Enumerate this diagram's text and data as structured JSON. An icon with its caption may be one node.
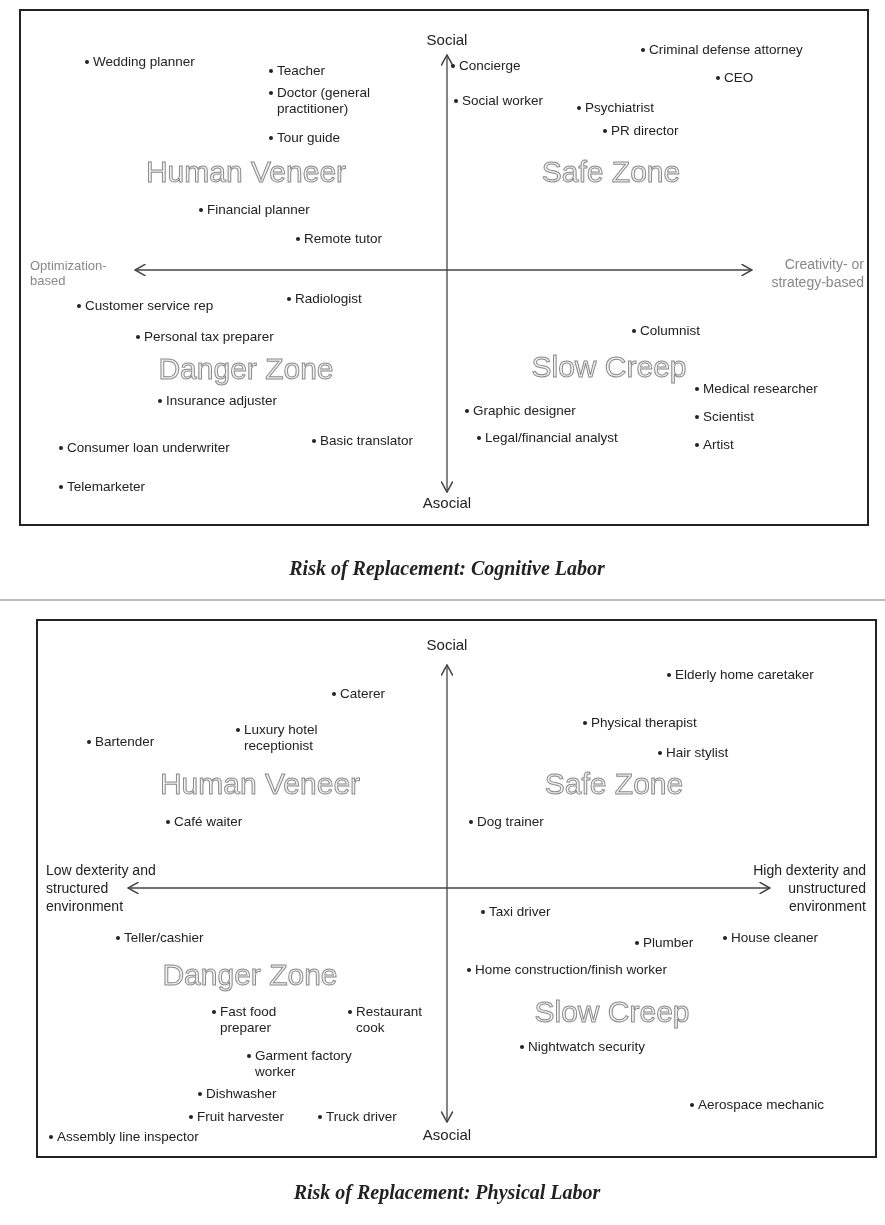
{
  "diagram": {
    "labels": [
      "Social",
      "Wedding planner",
      "Teacher",
      "Doctor (general practitioner)",
      "Tour guide",
      "Concierge",
      "Social worker",
      "Criminal defense attorney",
      "CEO",
      "Psychiatrist",
      "PR director",
      "Human Veneer",
      "Safe Zone",
      "Financial planner",
      "Remote tutor",
      "Optimization-based",
      "Creativity- or strategy-based",
      "Customer service rep",
      "Radiologist",
      "Personal tax preparer",
      "Columnist",
      "Danger Zone",
      "Slow Creep",
      "Medical researcher",
      "Insurance adjuster",
      "Graphic designer",
      "Scientist",
      "Consumer loan underwriter",
      "Basic translator",
      "Legal/financial analyst",
      "Artist",
      "Telemarketer",
      "Asocial",
      "Risk of Replacement: Cognitive Labor",
      "Social",
      "Elderly home caretaker",
      "Caterer",
      "Luxury hotel receptionist",
      "Bartender",
      "Physical therapist",
      "Hair stylist",
      "Human Veneer",
      "Safe Zone",
      "Café waiter",
      "Dog trainer",
      "Low dexterity and structured environment",
      "High dexterity and unstructured environment",
      "Taxi driver",
      "Teller/cashier",
      "Plumber",
      "House cleaner",
      "Danger Zone",
      "Home construction/finish worker",
      "Fast food preparer",
      "Restaurant cook",
      "Slow Creep",
      "Garment factory worker",
      "Nightwatch security",
      "Dishwasher",
      "Fruit harvester",
      "Truck driver",
      "Aerospace mechanic",
      "Assembly line inspector",
      "Asocial",
      "Risk of Replacement: Physical Labor"
    ]
  }
}
